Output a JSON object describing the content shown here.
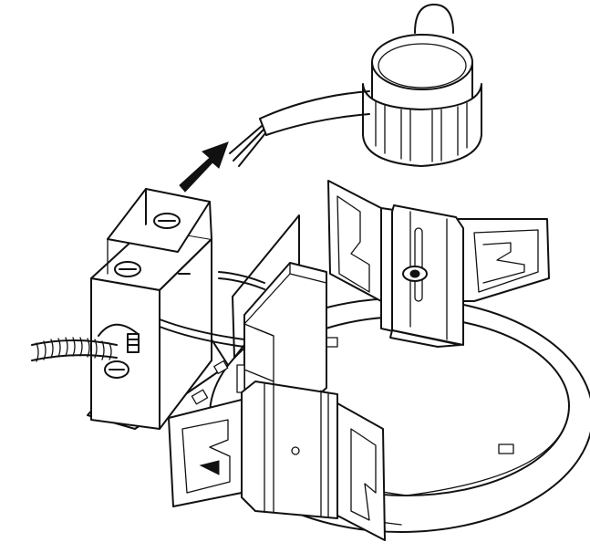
{
  "figure": {
    "type": "line-art installation diagram",
    "labels": [],
    "components": [
      "led-light-engine-module",
      "wire-leads",
      "direction-arrow",
      "junction-box",
      "flexible-conduit",
      "led-driver-housing",
      "mounting-bracket",
      "round-trim-ring"
    ],
    "colors": {
      "line": "#111111",
      "background": "#ffffff"
    }
  }
}
